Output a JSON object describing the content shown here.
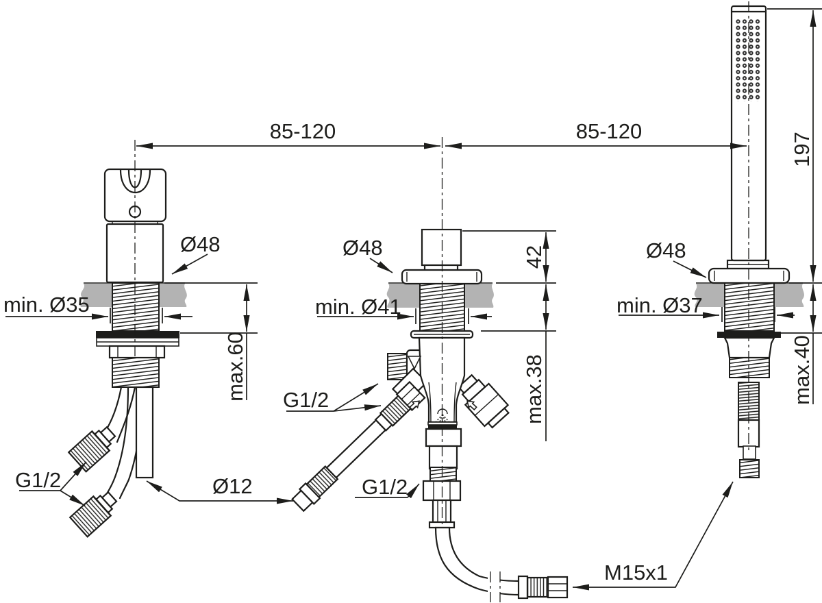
{
  "colors": {
    "line": "#1d1d1b",
    "deck": "#b3b3b3",
    "background": "#ffffff"
  },
  "drawing_type": "bath-mixer-installation-dimension-drawing",
  "labels": {
    "span_left": "85-120",
    "span_right": "85-120",
    "handshower_length": "197",
    "spout_height": "42",
    "deck_max_left": "max.60",
    "deck_max_middle": "max.38",
    "deck_max_right": "max.40",
    "hole_left": "min. Ø35",
    "hole_middle": "min. Ø41",
    "hole_right": "min. Ø37",
    "rosette_left": "Ø48",
    "rosette_middle": "Ø48",
    "rosette_right": "Ø48",
    "tails_thread": "G1/2",
    "spout_side_thread": "G1/2",
    "spout_outlet_thread": "G1/2",
    "pipe_diameter": "Ø12",
    "handshower_hose_thread": "M15x1"
  }
}
